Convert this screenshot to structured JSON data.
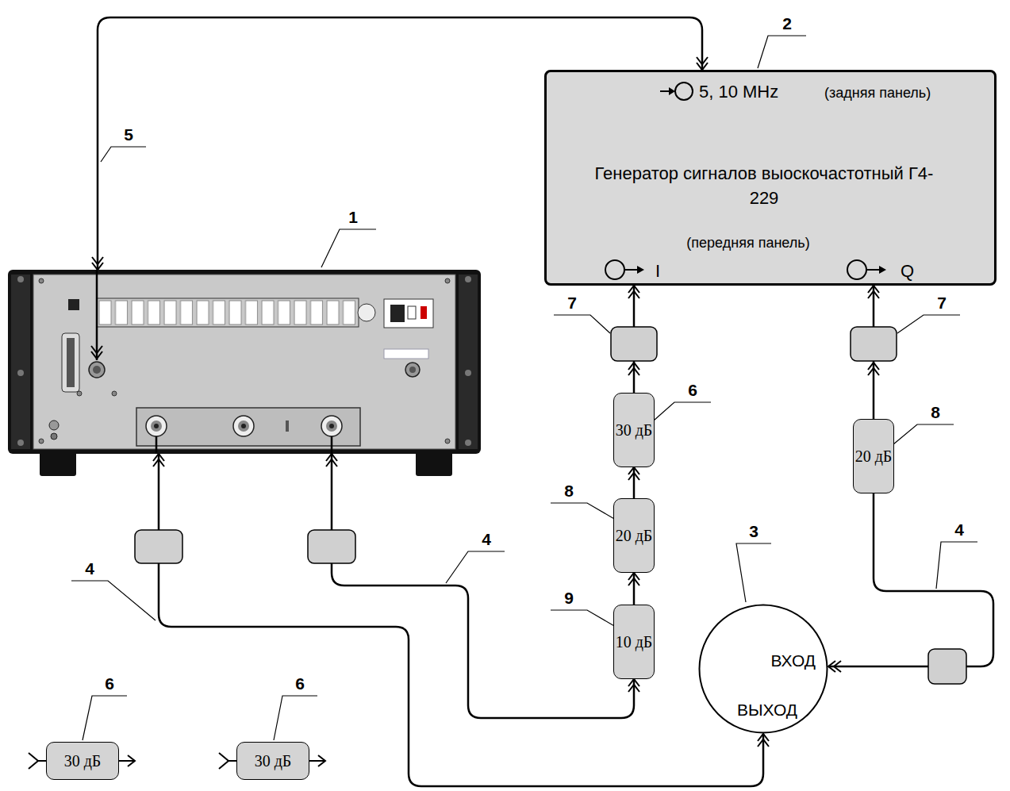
{
  "diagram": {
    "nodes": [
      {
        "text": [
          "5, 10 MHz",
          "(задняя панель)",
          "Генератор сигналов выоскочастотный Г4-229",
          "(передняя панель)",
          "I",
          "Q"
        ]
      },
      {
        "text": [
          "1"
        ]
      },
      {
        "text": [
          "30 дБ"
        ]
      },
      {
        "text": [
          "20 дБ"
        ]
      },
      {
        "text": [
          "20 дБ"
        ]
      },
      {
        "text": [
          "10 дБ"
        ]
      },
      {
        "text": [
          "ВХОД",
          "ВЫХОД"
        ]
      },
      {
        "text": [
          "30 дБ"
        ]
      },
      {
        "text": [
          "30 дБ"
        ]
      }
    ],
    "edges": [
      {
        "from": 0,
        "to": 1,
        "arrow": "both"
      },
      {
        "from": 2,
        "to": 0,
        "arrow": "to"
      },
      {
        "from": 3,
        "to": 0,
        "arrow": "to"
      },
      {
        "from": 4,
        "to": 2,
        "arrow": "to"
      },
      {
        "from": 5,
        "to": 4,
        "arrow": "to"
      },
      {
        "from": 1,
        "to": 5,
        "arrow": "both"
      },
      {
        "from": 6,
        "to": 1,
        "arrow": "both"
      },
      {
        "from": 3,
        "to": 6,
        "arrow": "to"
      }
    ],
    "labels": [
      "2",
      "5",
      "7",
      "7",
      "6",
      "8",
      "8",
      "9",
      "4",
      "4",
      "4",
      "3",
      "6",
      "6"
    ]
  }
}
